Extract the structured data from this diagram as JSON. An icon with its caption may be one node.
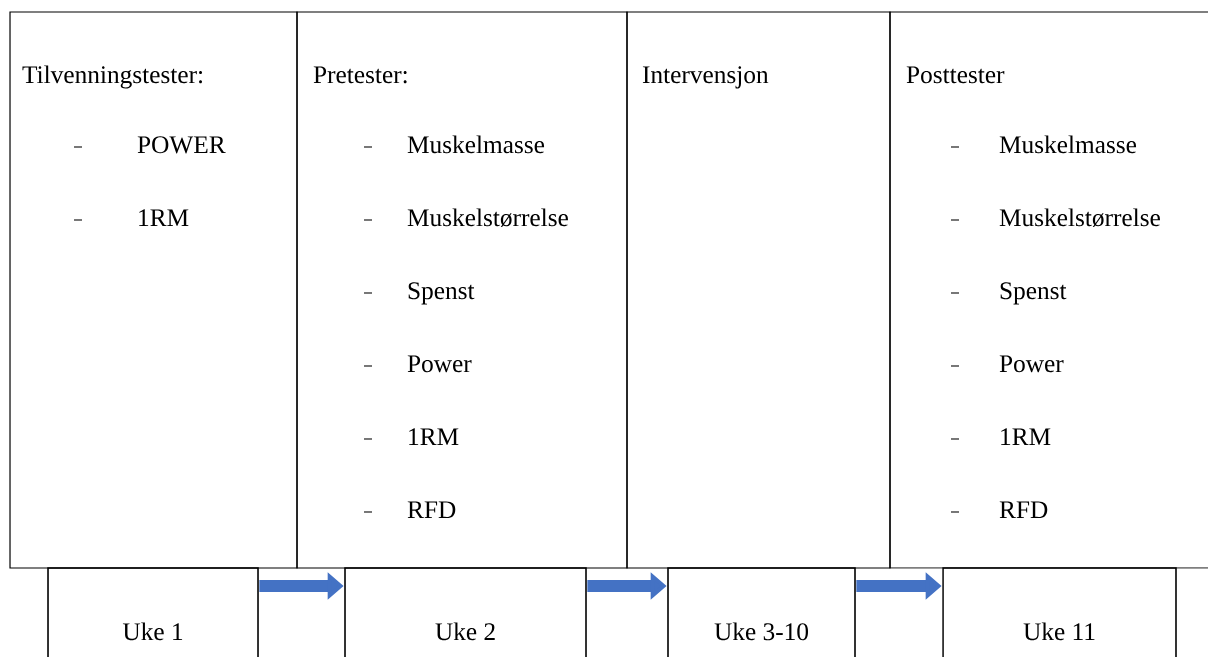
{
  "diagram": {
    "nodes": [
      {
        "text": [
          "Tilvenningstester:",
          "POWER",
          "1RM"
        ]
      },
      {
        "text": [
          "Pretester:",
          "Muskelmasse",
          "Muskelstørrelse",
          "Spenst",
          "Power",
          "1RM",
          "RFD"
        ]
      },
      {
        "text": [
          "Intervensjon"
        ]
      },
      {
        "text": [
          "Posttester",
          "Muskelmasse",
          "Muskelstørrelse",
          "Spenst",
          "Power",
          "1RM",
          "RFD"
        ]
      },
      {
        "text": [
          "Uke 1"
        ]
      },
      {
        "text": [
          "Uke 2"
        ]
      },
      {
        "text": [
          "Uke 3-10"
        ]
      },
      {
        "text": [
          "Uke 11"
        ]
      }
    ],
    "edges": [
      {
        "from": 4,
        "to": 5,
        "arrow": "to"
      },
      {
        "from": 5,
        "to": 6,
        "arrow": "to"
      },
      {
        "from": 6,
        "to": 7,
        "arrow": "to"
      }
    ]
  }
}
